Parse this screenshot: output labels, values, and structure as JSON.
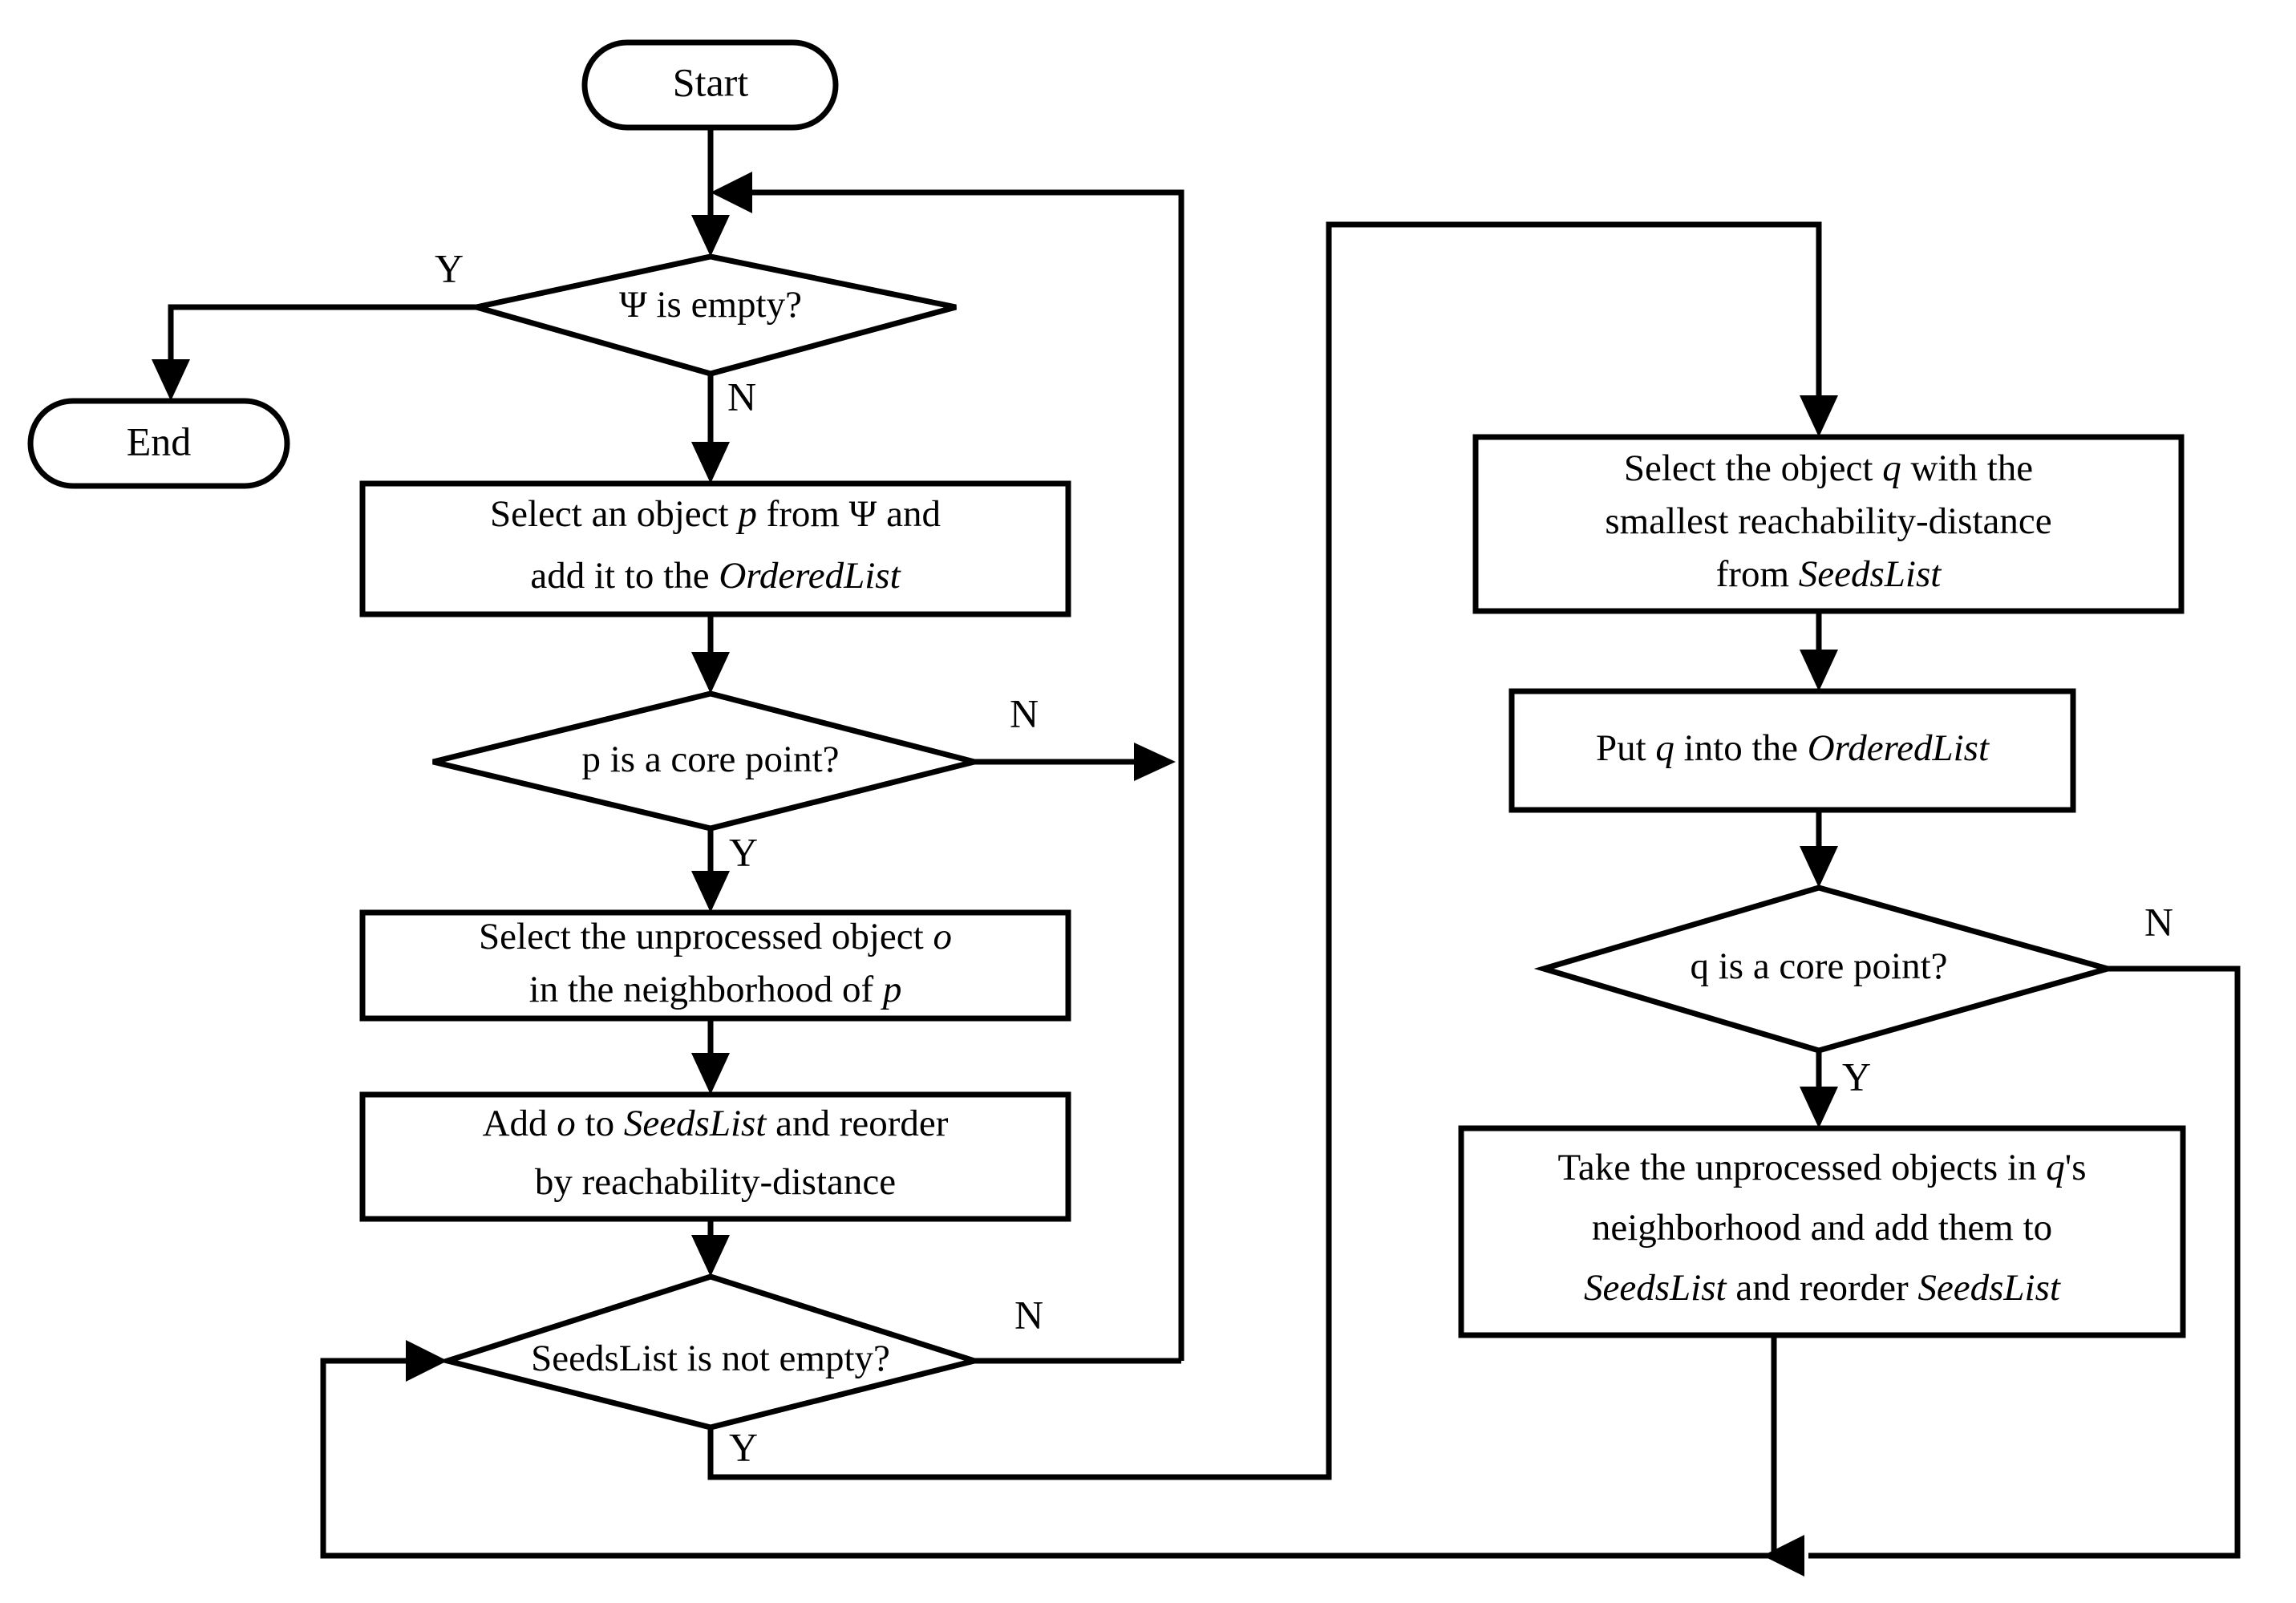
{
  "diagram": {
    "type": "flowchart",
    "title": "OPTICS clustering algorithm flowchart",
    "nodes": [
      {
        "id": "start",
        "shape": "terminator",
        "text": "Start"
      },
      {
        "id": "end",
        "shape": "terminator",
        "text": "End"
      },
      {
        "id": "psi_empty",
        "shape": "decision",
        "text": "Ψ is empty?"
      },
      {
        "id": "select_p",
        "shape": "process",
        "line1": "Select an object p from Ψ and",
        "line2": "add it to the OrderedList"
      },
      {
        "id": "p_core",
        "shape": "decision",
        "text": "p is a core point?"
      },
      {
        "id": "select_o",
        "shape": "process",
        "line1": "Select the unprocessed object o",
        "line2": "in the neighborhood of p"
      },
      {
        "id": "add_o",
        "shape": "process",
        "line1": "Add o to SeedsList and reorder",
        "line2": "by reachability-distance"
      },
      {
        "id": "seeds_empty",
        "shape": "decision",
        "text": "SeedsList is not empty?"
      },
      {
        "id": "select_q",
        "shape": "process",
        "line1": "Select the object q with the",
        "line2": "smallest reachability-distance",
        "line3": "from SeedsList"
      },
      {
        "id": "put_q",
        "shape": "process",
        "line1": "Put q into the OrderedList"
      },
      {
        "id": "q_core",
        "shape": "decision",
        "text": "q is a core point?"
      },
      {
        "id": "take_objs",
        "shape": "process",
        "line1": "Take the unprocessed objects in q's",
        "line2": "neighborhood and add them to",
        "line3": "SeedsList and reorder SeedsList"
      }
    ],
    "branch_labels": {
      "psi_empty_yes": "Y",
      "psi_empty_no": "N",
      "p_core_no": "N",
      "p_core_yes": "Y",
      "seeds_empty_no": "N",
      "seeds_empty_yes": "Y",
      "q_core_no": "N",
      "q_core_yes": "Y"
    },
    "edges": [
      {
        "from": "start",
        "to": "psi_empty",
        "label": ""
      },
      {
        "from": "psi_empty",
        "to": "end",
        "label": "Y"
      },
      {
        "from": "psi_empty",
        "to": "select_p",
        "label": "N"
      },
      {
        "from": "select_p",
        "to": "p_core",
        "label": ""
      },
      {
        "from": "p_core",
        "to": "psi_empty",
        "label": "N"
      },
      {
        "from": "p_core",
        "to": "select_o",
        "label": "Y"
      },
      {
        "from": "select_o",
        "to": "add_o",
        "label": ""
      },
      {
        "from": "add_o",
        "to": "seeds_empty",
        "label": ""
      },
      {
        "from": "seeds_empty",
        "to": "psi_empty",
        "label": "N"
      },
      {
        "from": "seeds_empty",
        "to": "select_q",
        "label": "Y"
      },
      {
        "from": "select_q",
        "to": "put_q",
        "label": ""
      },
      {
        "from": "put_q",
        "to": "q_core",
        "label": ""
      },
      {
        "from": "q_core",
        "to": "seeds_empty",
        "label": "N"
      },
      {
        "from": "q_core",
        "to": "take_objs",
        "label": "Y"
      },
      {
        "from": "take_objs",
        "to": "seeds_empty",
        "label": ""
      }
    ],
    "colors": {
      "stroke": "#000000",
      "fill": "#ffffff",
      "text": "#000000"
    }
  }
}
